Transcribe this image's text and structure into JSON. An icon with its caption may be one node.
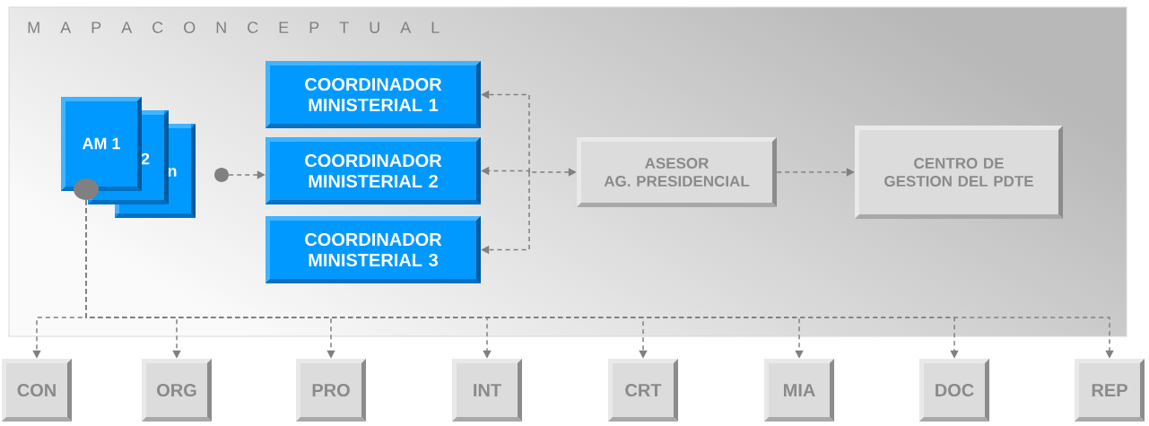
{
  "diagram": {
    "nodes": [
      {
        "text": [
          "M A P A C O N C E P T U A L"
        ]
      },
      {
        "text": [
          "AM 1"
        ],
        "in": 0
      },
      {
        "text": [
          "2"
        ],
        "in": 0
      },
      {
        "text": [
          "n"
        ],
        "in": 0
      },
      {
        "text": [],
        "shape": "circle",
        "in": 0
      },
      {
        "text": [],
        "shape": "circle",
        "in": 0
      },
      {
        "text": [
          "COORDINADOR MINISTERIAL 1"
        ],
        "in": 0
      },
      {
        "text": [
          "COORDINADOR MINISTERIAL 2"
        ],
        "in": 0
      },
      {
        "text": [
          "COORDINADOR MINISTERIAL 3"
        ],
        "in": 0
      },
      {
        "text": [
          "ASESOR",
          "AG. PRESIDENCIAL"
        ],
        "in": 0
      },
      {
        "text": [
          "CENTRO DE GESTION DEL PDTE"
        ],
        "in": 0
      },
      {
        "text": [
          "CON"
        ]
      },
      {
        "text": [
          "ORG"
        ]
      },
      {
        "text": [
          "PRO"
        ]
      },
      {
        "text": [
          "INT"
        ]
      },
      {
        "text": [
          "CRT"
        ]
      },
      {
        "text": [
          "MIA"
        ]
      },
      {
        "text": [
          "DOC"
        ]
      },
      {
        "text": [
          "REP"
        ]
      }
    ],
    "edges": [
      {
        "from": 4,
        "to": 7,
        "arrow": "to"
      },
      {
        "from": 9,
        "to": 6,
        "arrow": "both"
      },
      {
        "from": 9,
        "to": 7,
        "arrow": "both"
      },
      {
        "from": 9,
        "to": 8,
        "arrow": "both"
      },
      {
        "from": 9,
        "to": 10,
        "arrow": "to"
      },
      {
        "from": 5,
        "to": 11,
        "arrow": "to"
      },
      {
        "from": 5,
        "to": 12,
        "arrow": "to"
      },
      {
        "from": 5,
        "to": 13,
        "arrow": "to"
      },
      {
        "from": 5,
        "to": 14,
        "arrow": "to"
      },
      {
        "from": 5,
        "to": 15,
        "arrow": "to"
      },
      {
        "from": 5,
        "to": 16,
        "arrow": "to"
      },
      {
        "from": 5,
        "to": 17,
        "arrow": "to"
      },
      {
        "from": 5,
        "to": 18,
        "arrow": "to"
      }
    ]
  }
}
